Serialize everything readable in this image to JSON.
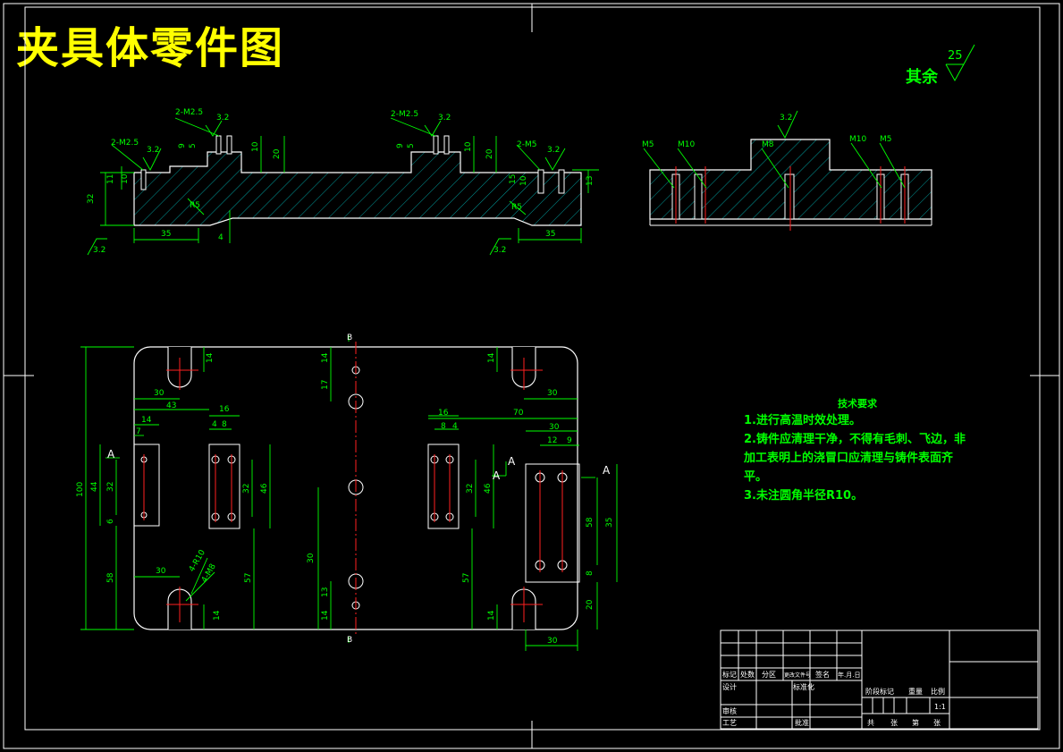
{
  "title": "夹具体零件图",
  "rest_surface": {
    "label": "其余",
    "value": "25"
  },
  "colors": {
    "background": "#000000",
    "title": "#ffff00",
    "drawing": "#ffffff",
    "dimension": "#00ff00",
    "centerline": "#ff2020",
    "hatch": "#00b0b0",
    "text_req": "#00ff00"
  },
  "tech_requirements": {
    "heading": "技术要求",
    "items": [
      "1.进行高温时效处理。",
      "2.铸件应清理干净，不得有毛刺、飞边，非",
      "加工表明上的浇冒口应清理与铸件表面齐",
      "平。",
      "3.未注圆角半径R10。"
    ]
  },
  "front_view": {
    "roughness": [
      "3.2",
      "3.2",
      "3.2",
      "3.2",
      "3.2",
      "3.2"
    ],
    "holes": [
      "2-M2.5",
      "2-M2.5",
      "2-M2.5",
      "2-M5"
    ],
    "dims": [
      "32",
      "11",
      "10",
      "9",
      "5",
      "10",
      "20",
      "9",
      "5",
      "10",
      "20",
      "15",
      "13",
      "10",
      "35",
      "4",
      "35",
      "R5",
      "R5"
    ]
  },
  "side_view": {
    "roughness": "3.2",
    "holes": [
      "M5",
      "M10",
      "M8",
      "M10",
      "M5"
    ]
  },
  "plan_view": {
    "dims": [
      "14",
      "30",
      "43",
      "16",
      "14",
      "7",
      "4",
      "8",
      "100",
      "44",
      "32",
      "6",
      "32",
      "46",
      "58",
      "30",
      "57",
      "14",
      "14",
      "17",
      "30",
      "13",
      "14",
      "16",
      "8",
      "4",
      "70",
      "30",
      "32",
      "46",
      "57",
      "14",
      "14",
      "12",
      "9",
      "30",
      "58",
      "8",
      "35",
      "20",
      "30"
    ],
    "labels": [
      "4-R10",
      "4-M8"
    ],
    "section_marks": [
      "A",
      "A",
      "A",
      "A",
      "B",
      "B"
    ]
  },
  "title_block": {
    "row_header": [
      "标记",
      "处数",
      "分区",
      "更改文件号",
      "签名",
      "年.月.日"
    ],
    "design": "设计",
    "standard": "标准化",
    "check": "审核",
    "process": "工艺",
    "approve": "批准",
    "stage": [
      "阶段标记",
      "重量",
      "比例"
    ],
    "scale": "1:1",
    "sheets": [
      "共",
      "张",
      "第",
      "张"
    ]
  }
}
